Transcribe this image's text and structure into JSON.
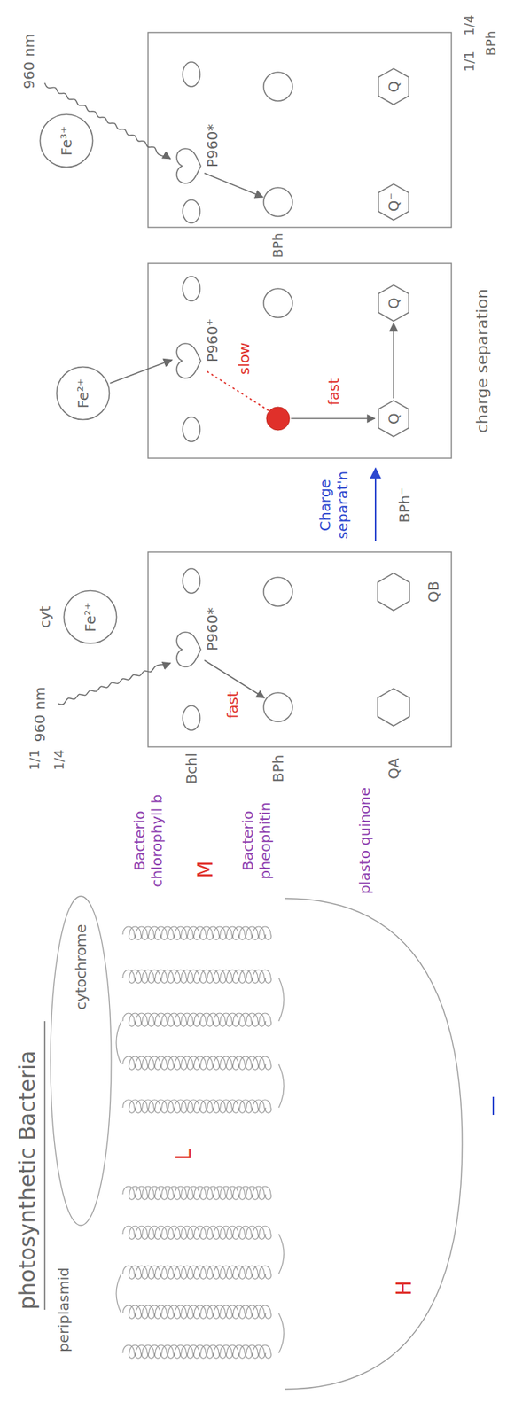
{
  "diagram": {
    "title": "photosynthetic Bacteria",
    "nodes": [
      {
        "text": [
          "Fe²⁺"
        ]
      },
      {
        "text": [
          "P960*"
        ]
      },
      {
        "text": [
          "Fe²⁺"
        ]
      },
      {
        "text": [
          "P960⁺"
        ]
      },
      {
        "text": [
          "Q"
        ]
      },
      {
        "text": [
          "Q"
        ]
      },
      {
        "text": [
          "Fe³⁺"
        ]
      },
      {
        "text": [
          "P960*"
        ]
      },
      {
        "text": [
          "Q⁻"
        ]
      },
      {
        "text": [
          "Q"
        ]
      }
    ],
    "edges": [
      {
        "from": 2,
        "to": 3,
        "arrow": "to"
      },
      {
        "from": 4,
        "to": 5,
        "arrow": "to"
      }
    ],
    "labels": [
      "periplasmid",
      "cytochrome",
      "L",
      "M",
      "H",
      "Bacterio chlorophyll b",
      "Bchl",
      "Bacterio pheophitin",
      "BPh",
      "plasto quinone",
      "QA",
      "960 nm",
      "cyt",
      "1/1",
      "1/4",
      "fast",
      "QB",
      "Charge separat'n",
      "BPh⁻",
      "slow",
      "fast",
      "charge separation",
      "BPh",
      "960 nm",
      "1/1",
      "1/4",
      "BPh"
    ]
  }
}
